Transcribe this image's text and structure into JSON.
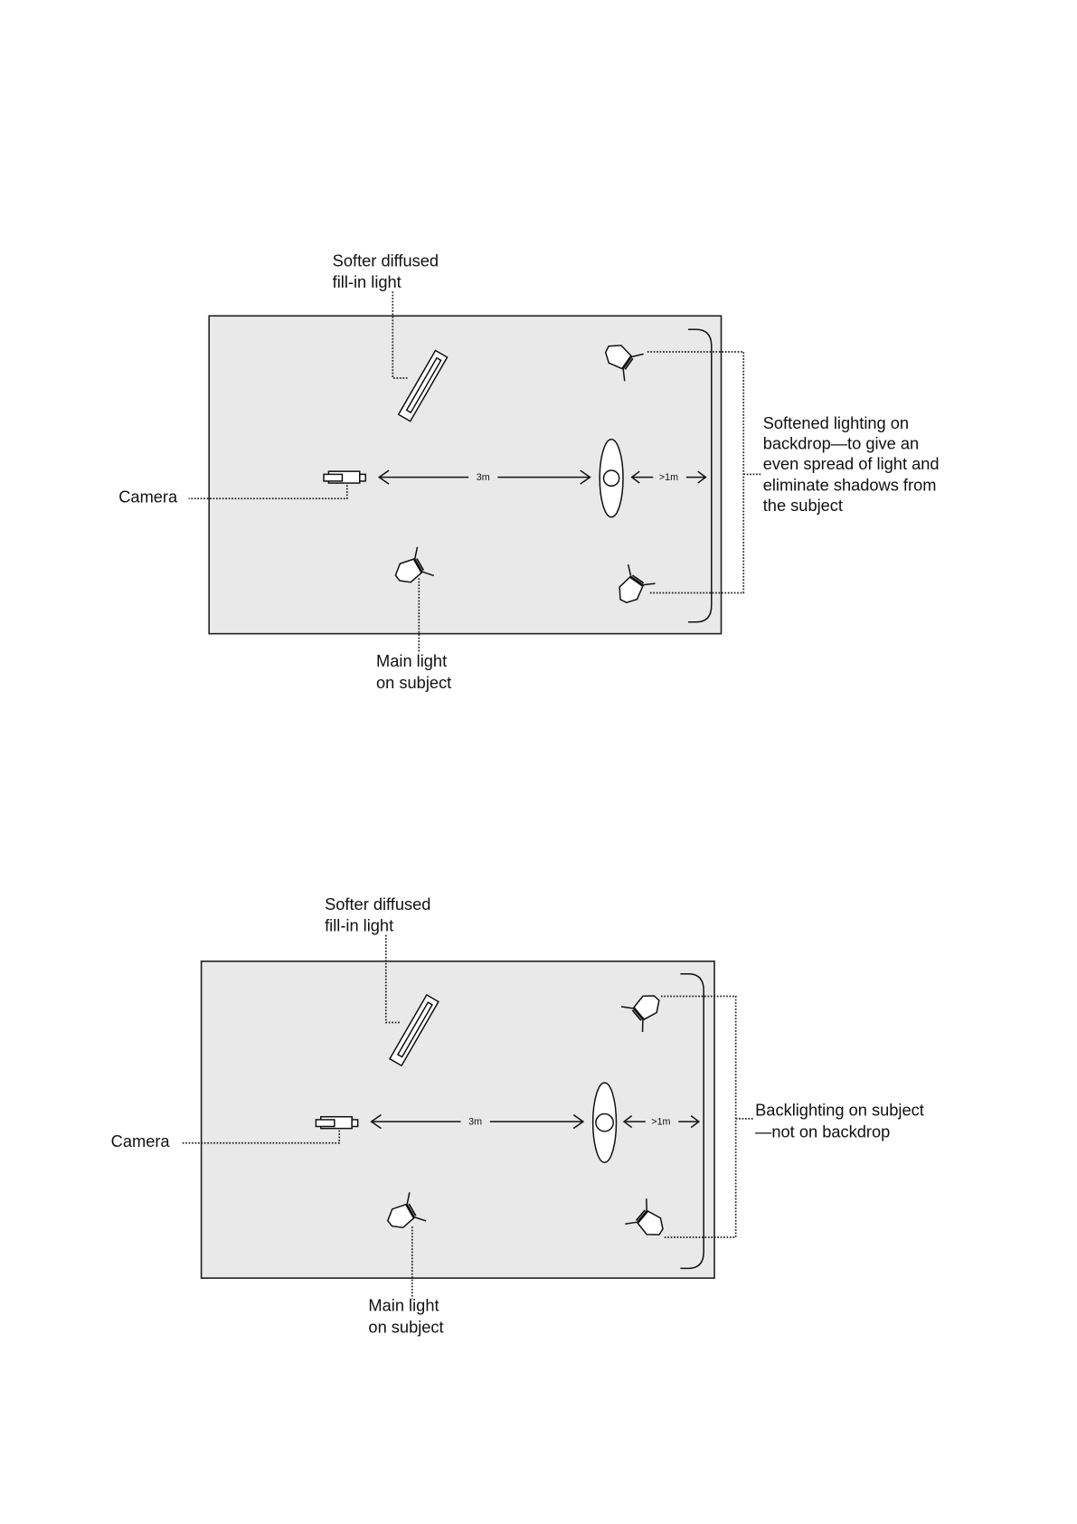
{
  "diagrams": [
    {
      "fill_light_label": [
        "Softer diffused",
        "fill-in light"
      ],
      "camera_label": "Camera",
      "main_light_label": [
        "Main light",
        "on subject"
      ],
      "distance_camera_subject": "3m",
      "distance_subject_backdrop": ">1m",
      "back_lights_label": [
        "Softened lighting on",
        "backdrop—to give an",
        "even spread of light and",
        "eliminate shadows from",
        "the subject"
      ]
    },
    {
      "fill_light_label": [
        "Softer diffused",
        "fill-in light"
      ],
      "camera_label": "Camera",
      "main_light_label": [
        "Main light",
        "on subject"
      ],
      "distance_camera_subject": "3m",
      "distance_subject_backdrop": ">1m",
      "back_lights_label": [
        "Backlighting on subject",
        "—not on backdrop"
      ]
    }
  ],
  "colors": {
    "room": "#e9e9e9",
    "ink": "#111111"
  }
}
